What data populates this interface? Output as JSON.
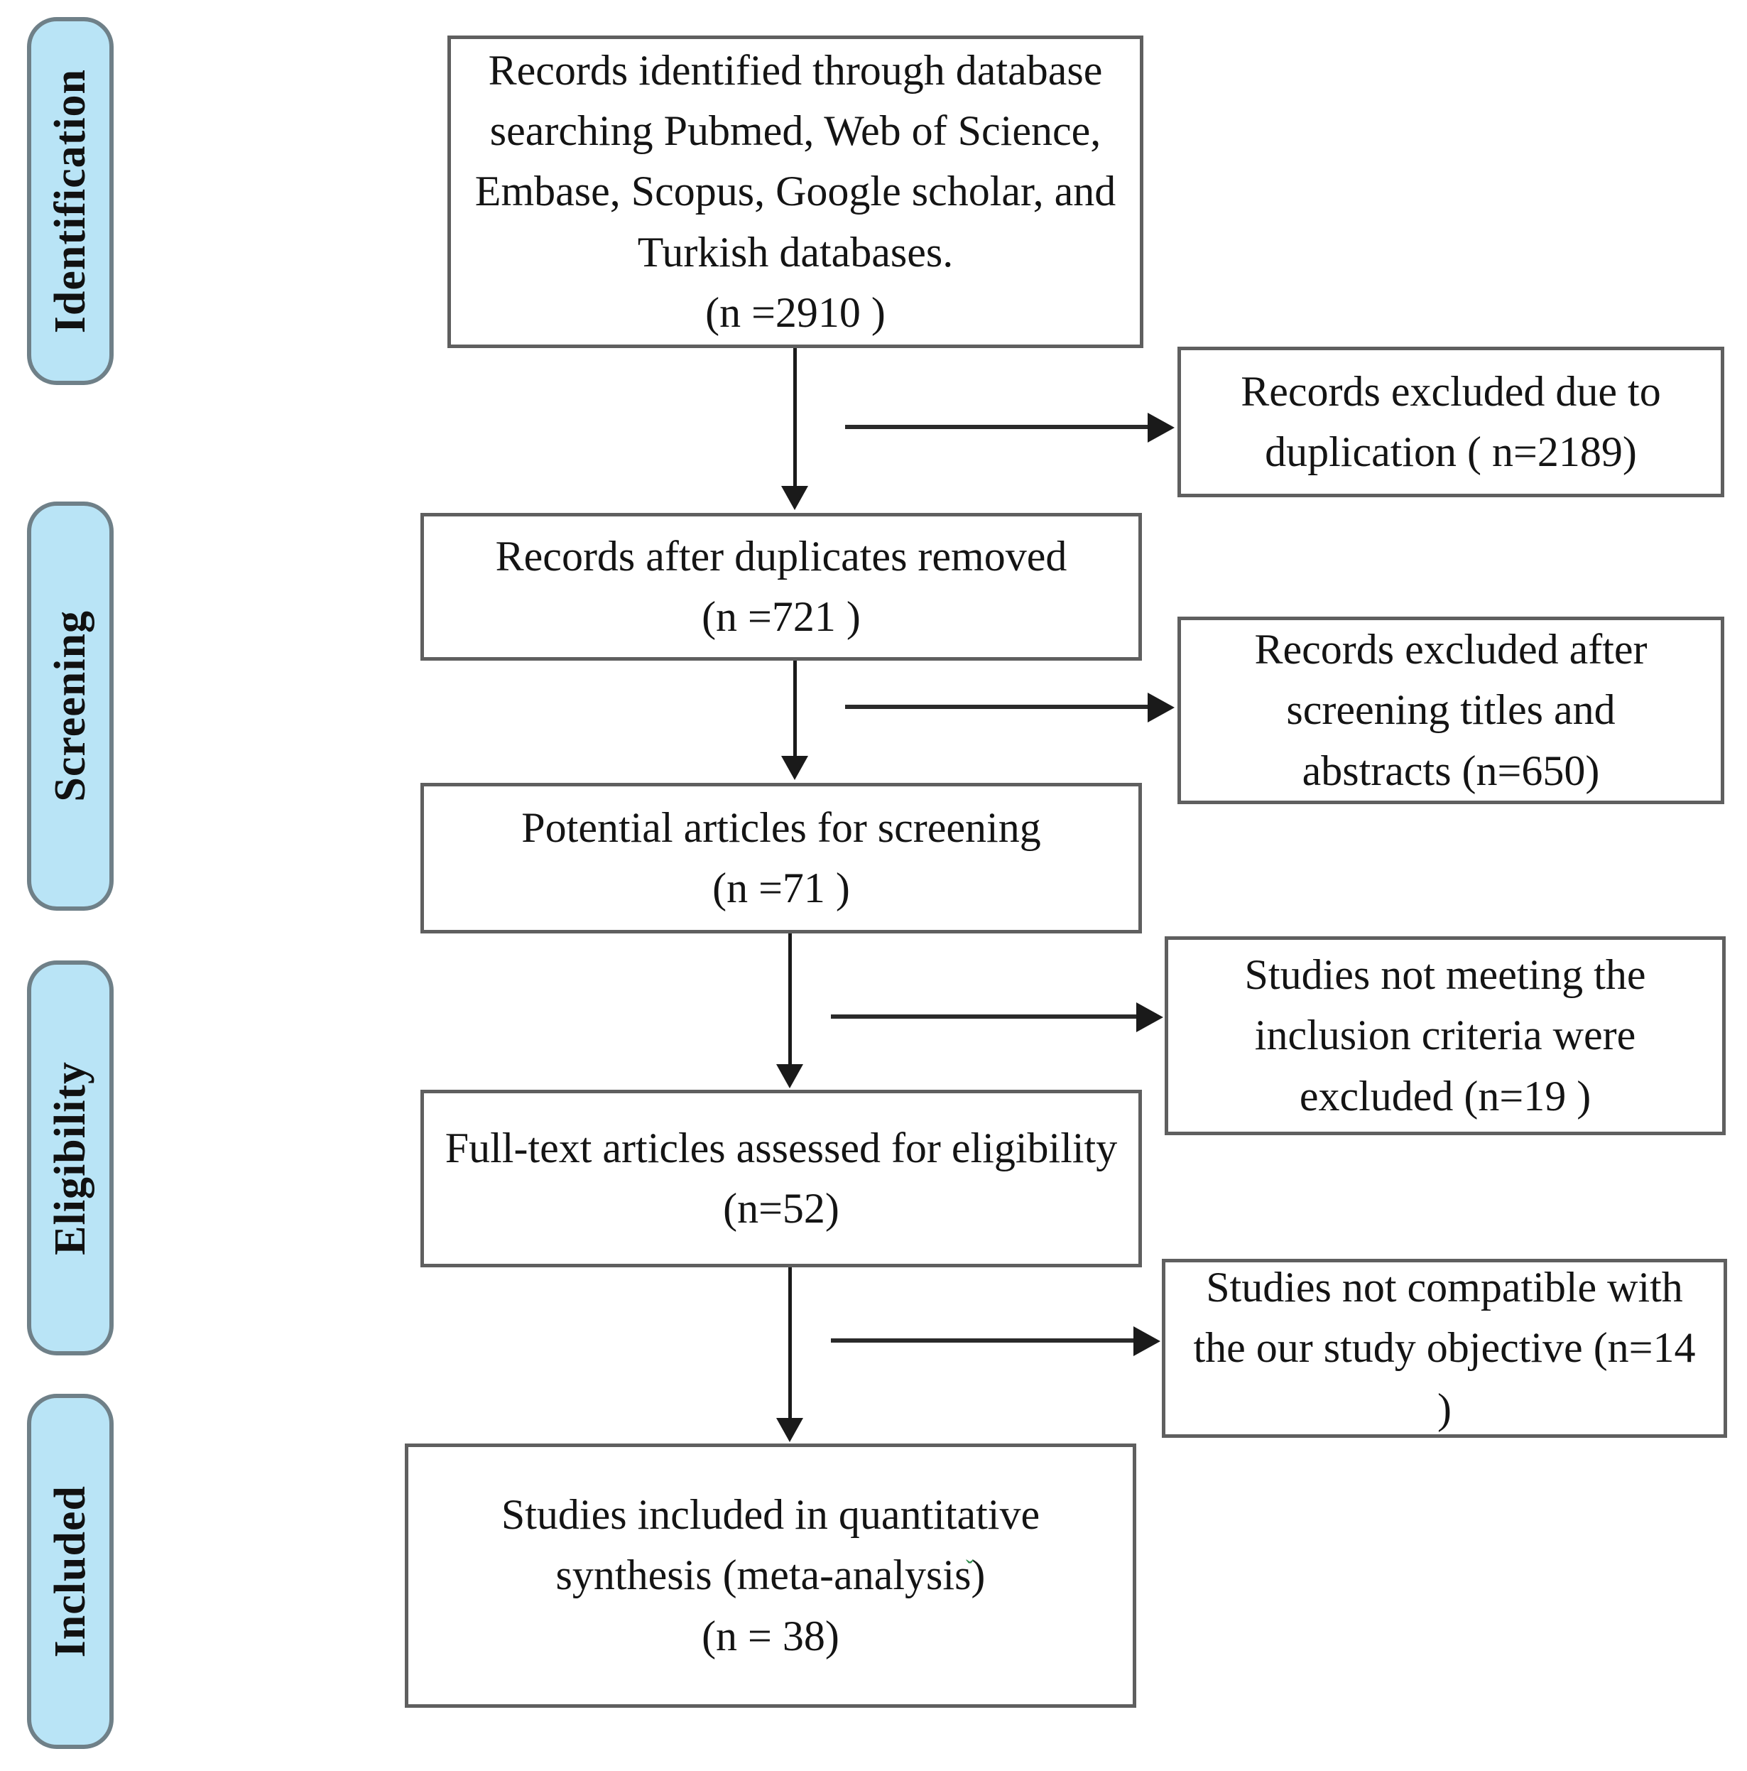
{
  "diagram": {
    "title": "PRISMA flow diagram",
    "colors": {
      "stage_fill": "#b9e4f6",
      "stage_border": "#6f8088",
      "box_border": "#5f5f5f",
      "arrow": "#1a1a1a",
      "text": "#141414",
      "annotation_mark": "#2e8b4a"
    },
    "stages": [
      {
        "id": "identification",
        "label": "Identification"
      },
      {
        "id": "screening",
        "label": "Screening"
      },
      {
        "id": "eligibility",
        "label": "Eligibility"
      },
      {
        "id": "included",
        "label": "Included"
      }
    ],
    "main_boxes": [
      {
        "id": "records-identified",
        "text": "Records identified through database\nsearching  Pubmed, Web of Science,\nEmbase,  Scopus, Google scholar, and\nTurkish databases.\n(n =2910 )",
        "n": 2910
      },
      {
        "id": "records-after-duplicates",
        "text": "Records after duplicates removed\n(n =721   )",
        "n": 721
      },
      {
        "id": "potential-articles",
        "text": "Potential articles for screening\n(n =71   )",
        "n": 71
      },
      {
        "id": "full-text-assessed",
        "text": "Full-text articles assessed for eligibility\n(n=52)",
        "n": 52
      },
      {
        "id": "studies-included",
        "text": "Studies included in quantitative\nsynthesis (meta-analysis)\n(n = 38)",
        "n": 38
      }
    ],
    "exclusion_boxes": [
      {
        "id": "excluded-duplication",
        "text": "Records excluded due to\nduplication ( n=2189)",
        "n": 2189
      },
      {
        "id": "excluded-screening",
        "text": "Records excluded after\nscreening titles and\nabstracts (n=650)",
        "n": 650
      },
      {
        "id": "excluded-inclusion-criteria",
        "text": "Studies not meeting the\ninclusion criteria were\nexcluded (n=19 )",
        "n": 19
      },
      {
        "id": "excluded-objective",
        "text": "Studies not compatible with\nthe our study objective (n=14 )",
        "n": 14
      }
    ],
    "annotation": {
      "proofing_mark": "ˇ"
    }
  }
}
